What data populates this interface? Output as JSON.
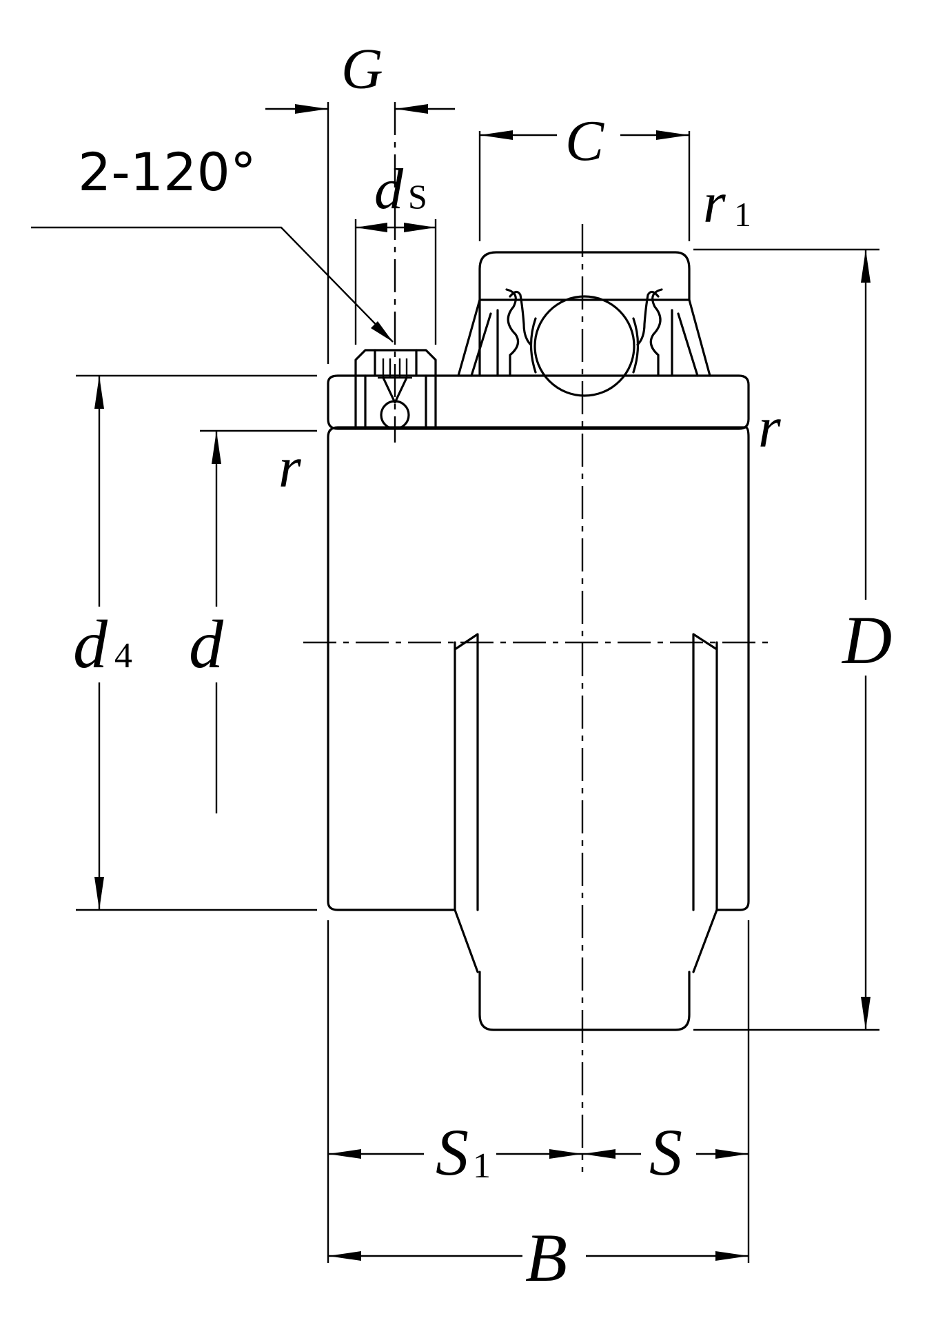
{
  "labels": {
    "G": "G",
    "C": "C",
    "d": "d",
    "d_subscript": "S",
    "r": "r",
    "r_subscript": "1",
    "D": "D",
    "d4_main": "d",
    "d4_subscript": "4",
    "S": "S",
    "S1_main": "S",
    "S1_subscript": "1",
    "B": "B"
  },
  "note": "2-120°"
}
